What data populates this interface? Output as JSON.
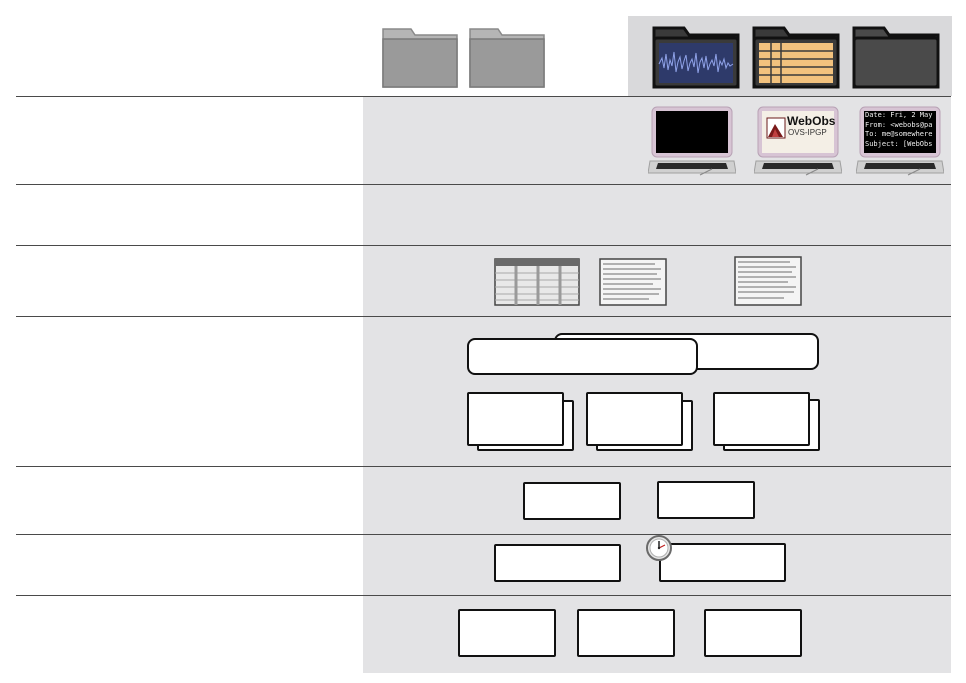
{
  "colors": {
    "background": "#ffffff",
    "panel": "#e3e3e5",
    "divider": "#4a4a4a",
    "folder_light": "#9a9a9a",
    "folder_dark": "#4a4a4a",
    "waveform": "#5a6fc0",
    "table_row": "#f2c27e"
  },
  "icons": {
    "folders": [
      "folder-icon",
      "folder-icon",
      "waveform-folder-icon",
      "table-folder-icon",
      "dark-folder-icon"
    ],
    "laptops": [
      "laptop-icon",
      "laptop-icon",
      "laptop-icon"
    ],
    "documents": [
      "table-document-icon",
      "text-document-icon",
      "text-document-icon"
    ],
    "clock": "clock-icon"
  },
  "screens": {
    "logo": {
      "title": "WebObs",
      "subtitle": "OVS-IPGP"
    },
    "email": {
      "lines": [
        "Date: Fri, 2 May",
        "From: <webobs@pa",
        "To: me@somewhere",
        "Subject: [WebObs"
      ]
    }
  }
}
